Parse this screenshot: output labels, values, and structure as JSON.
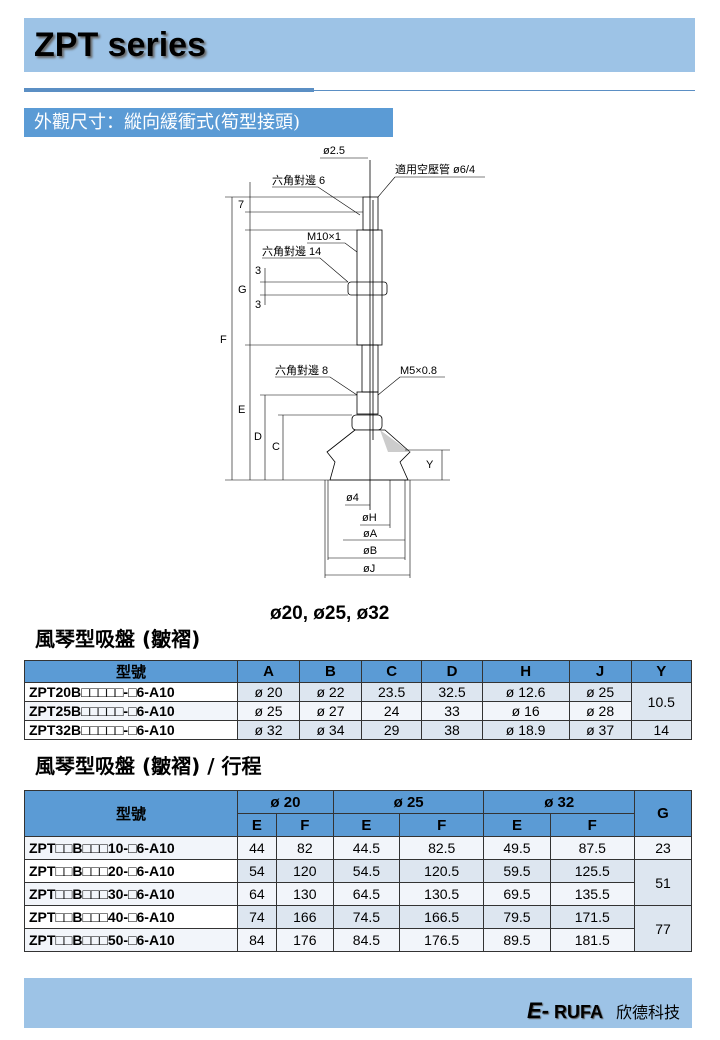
{
  "header": {
    "title": "ZPT series"
  },
  "section": {
    "title": "外觀尺寸：縱向緩衝式(筍型接頭)"
  },
  "diagram": {
    "labels": {
      "d25": "ø2.5",
      "tube": "適用空壓管 ø6/4",
      "hex6": "六角對邊 6",
      "seven": "7",
      "m10": "M10×1",
      "hex14": "六角對邊 14",
      "three_a": "3",
      "three_b": "3",
      "g": "G",
      "f": "F",
      "hex8": "六角對邊 8",
      "m5": "M5×0.8",
      "e": "E",
      "d": "D",
      "c": "C",
      "y": "Y",
      "d4": "ø4",
      "dh": "øH",
      "da": "øA",
      "db": "øB",
      "dj": "øJ"
    }
  },
  "sizes": "ø20, ø25, ø32",
  "table1": {
    "heading": "風琴型吸盤 (皺褶)",
    "headers": [
      "型號",
      "A",
      "B",
      "C",
      "D",
      "H",
      "J",
      "Y"
    ],
    "rows": [
      [
        "ZPT20B□□□□□-□6-A10",
        "ø 20",
        "ø 22",
        "23.5",
        "32.5",
        "ø 12.6",
        "ø 25"
      ],
      [
        "ZPT25B□□□□□-□6-A10",
        "ø 25",
        "ø 27",
        "24",
        "33",
        "ø 16",
        "ø 28"
      ],
      [
        "ZPT32B□□□□□-□6-A10",
        "ø 32",
        "ø 34",
        "29",
        "38",
        "ø 18.9",
        "ø 37"
      ]
    ],
    "y_values": [
      "10.5",
      "14"
    ]
  },
  "table2": {
    "heading": "風琴型吸盤 (皺褶) / 行程",
    "headers": {
      "model": "型號",
      "groups": [
        "ø 20",
        "ø 25",
        "ø 32"
      ],
      "sub": [
        "E",
        "F",
        "E",
        "F",
        "E",
        "F"
      ],
      "g": "G"
    },
    "rows": [
      [
        "ZPT□□B□□□10-□6-A10",
        "44",
        "82",
        "44.5",
        "82.5",
        "49.5",
        "87.5"
      ],
      [
        "ZPT□□B□□□20-□6-A10",
        "54",
        "120",
        "54.5",
        "120.5",
        "59.5",
        "125.5"
      ],
      [
        "ZPT□□B□□□30-□6-A10",
        "64",
        "130",
        "64.5",
        "130.5",
        "69.5",
        "135.5"
      ],
      [
        "ZPT□□B□□□40-□6-A10",
        "74",
        "166",
        "74.5",
        "166.5",
        "79.5",
        "171.5"
      ],
      [
        "ZPT□□B□□□50-□6-A10",
        "84",
        "176",
        "84.5",
        "176.5",
        "89.5",
        "181.5"
      ]
    ],
    "g_values": [
      "23",
      "51",
      "77"
    ]
  },
  "footer": {
    "logo": "E- RUFA",
    "logo_e": "E-",
    "logo_rufa": "RUFA",
    "company": "欣德科技"
  }
}
